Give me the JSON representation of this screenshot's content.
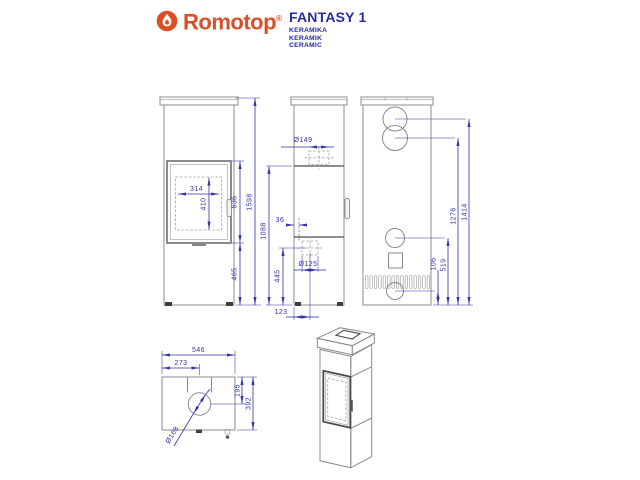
{
  "header": {
    "brand": "Romotop",
    "registered": "®",
    "model": "FANTASY 1",
    "subtitle_lines": [
      "KERAMIKA",
      "KERAMIK",
      "CERAMIC"
    ]
  },
  "colors": {
    "brand_orange": "#DB4F27",
    "dimension_blue": "#3333AA",
    "drawing_gray": "#8C8C8C",
    "dark_line": "#4A4A4A"
  },
  "front_view": {
    "glass_width": "314",
    "glass_height": "410",
    "door_section_height": "636",
    "base_section_height": "465",
    "total_height": "1598"
  },
  "side_view": {
    "flue_diameter": "Ø149",
    "rear_offset": "36",
    "door_top_height": "1088",
    "intake_center_height": "445",
    "intake_diameter": "Ø125",
    "intake_rear_offset": "123"
  },
  "rear_view": {
    "top_flue_center_height": "1414",
    "rear_flue_center_height": "1276",
    "outlet_center_height": "519",
    "bottom_outlet_height": "106"
  },
  "top_view": {
    "width": "546",
    "flue_center_from_side": "273",
    "flue_center_from_front": "195",
    "depth": "392",
    "flue_diameter": "Ø168"
  }
}
